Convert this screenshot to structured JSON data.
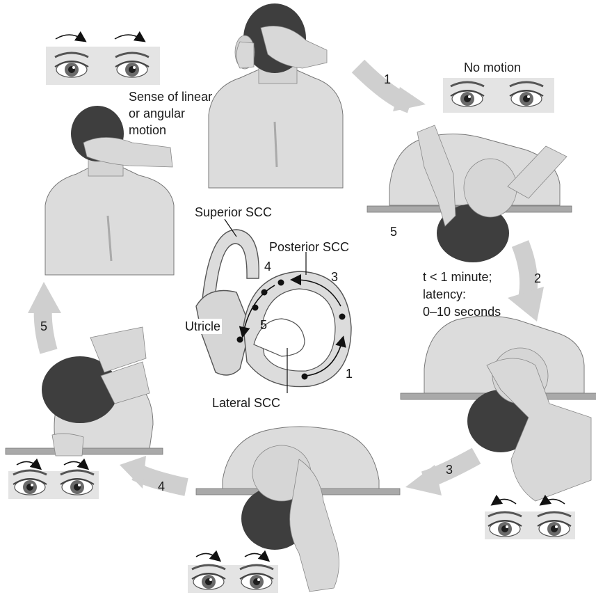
{
  "labels": {
    "sense_line1": "Sense of linear",
    "sense_line2": "or angular",
    "sense_line3": "motion",
    "no_motion": "No motion",
    "time_line1": "t < 1 minute;",
    "time_line2": "latency:",
    "time_line3": "0–10 seconds",
    "superior": "Superior SCC",
    "posterior": "Posterior SCC",
    "lateral": "Lateral SCC",
    "utricle": "Utricle"
  },
  "steps": {
    "s1": "1",
    "s2": "2",
    "s3": "3",
    "s4": "4",
    "s5": "5",
    "pos5": "5",
    "canal1": "1",
    "canal3": "3",
    "canal4": "4",
    "canal5": "5"
  },
  "colors": {
    "skin": "#dcdcdc",
    "skin_shade": "#c4c4c4",
    "hair": "#3e3e3e",
    "table": "#a9a9a9",
    "arrow": "#cfcfcf",
    "eye_panel": "#e4e4e4",
    "iris": "#5a5a5a"
  },
  "eye_panels": [
    {
      "id": "top-left",
      "arrow": "right"
    },
    {
      "id": "top-right",
      "arrow": "none"
    },
    {
      "id": "right-bottom",
      "arrow": "left"
    },
    {
      "id": "bottom-center",
      "arrow": "right"
    },
    {
      "id": "left-bottom",
      "arrow": "right"
    }
  ]
}
